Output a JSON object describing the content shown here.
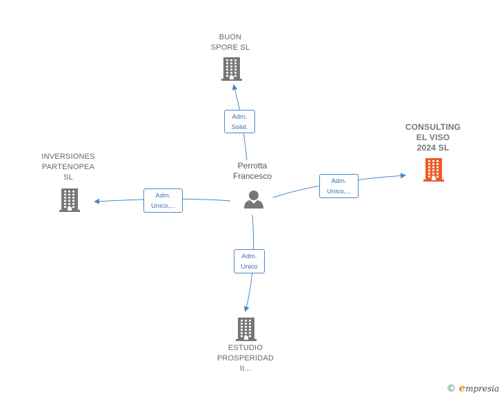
{
  "center": {
    "name": "Perrotta\nFrancesco"
  },
  "nodes": [
    {
      "id": "buon",
      "label": "BUON\nSPORE  SL",
      "highlight": false
    },
    {
      "id": "consulting",
      "label": "CONSULTING\nEL VISO\n2024  SL",
      "highlight": true
    },
    {
      "id": "inversiones",
      "label": "INVERSIONES\nPARTENOPEA\nSL",
      "highlight": false
    },
    {
      "id": "estudio",
      "label": "ESTUDIO\nPROSPERIDAD\nII...",
      "highlight": false
    }
  ],
  "edges": [
    {
      "to": "buon",
      "label": "Adm.\nSolid."
    },
    {
      "to": "consulting",
      "label": "Adm.\nUnico,..."
    },
    {
      "to": "inversiones",
      "label": "Adm.\nUnico,..."
    },
    {
      "to": "estudio",
      "label": "Adm.\nUnico"
    }
  ],
  "footer": {
    "copyright": "©",
    "brand_initial": "e",
    "brand_rest": "mpresia"
  },
  "colors": {
    "edge": "#4a86c8",
    "building": "#777777",
    "building_highlight": "#f05a28",
    "person": "#777777"
  }
}
